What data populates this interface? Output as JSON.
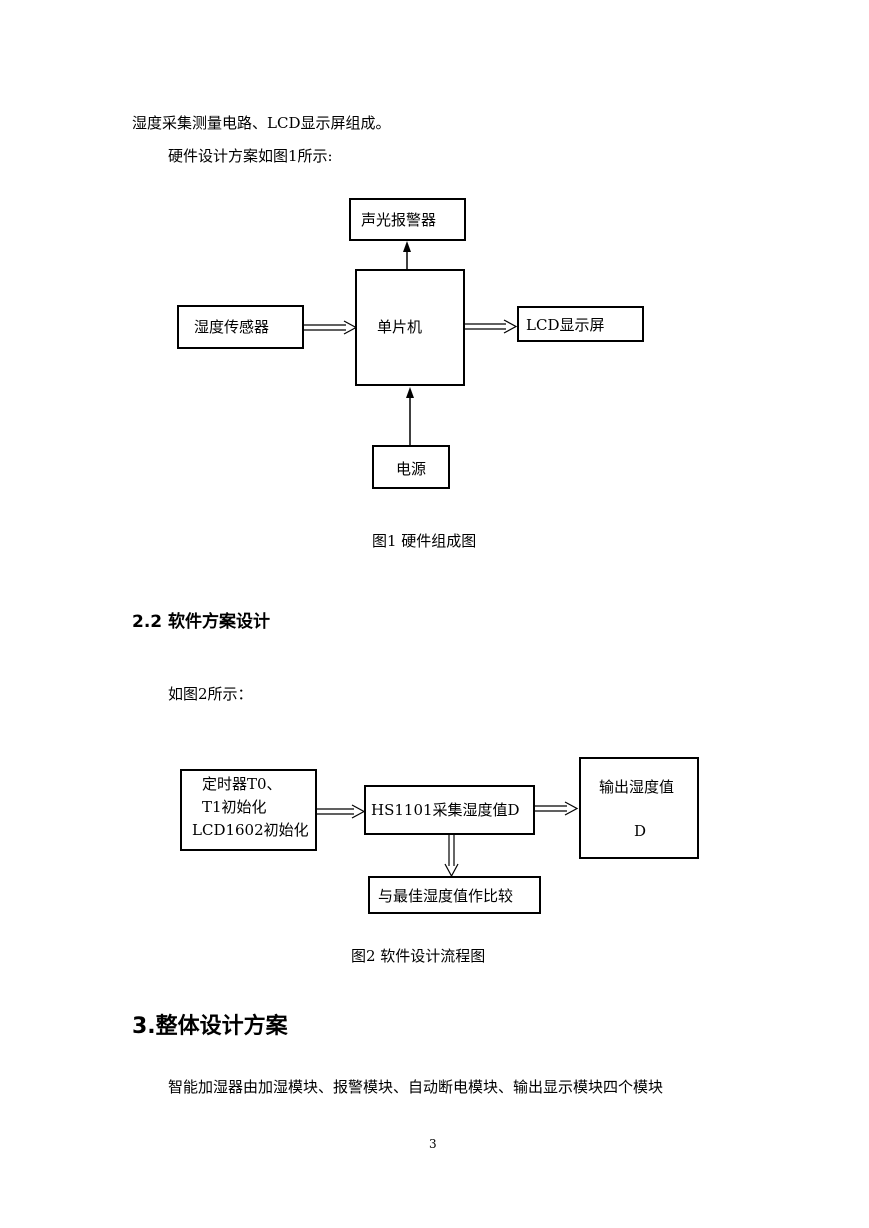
{
  "intro_line": "湿度采集测量电路、LCD显示屏组成。",
  "intro_para": "硬件设计方案如图1所示:",
  "figure1": {
    "boxes": {
      "alarm": "声光报警器",
      "sensor": "湿度传感器",
      "mcu": "单片机",
      "lcd": "LCD显示屏",
      "power": "电源"
    },
    "caption": "图1  硬件组成图"
  },
  "section_2_2": {
    "heading": "2.2  软件方案设计",
    "para": "如图2所示："
  },
  "figure2": {
    "boxes": {
      "init": [
        "定时器T0、",
        "T1初始化",
        "LCD1602初始化"
      ],
      "collect": "HS1101采集湿度值D",
      "output": [
        "输出湿度值",
        "D"
      ],
      "compare": "与最佳湿度值作比较"
    },
    "caption": "图2   软件设计流程图"
  },
  "section_3": {
    "heading": "3.整体设计方案",
    "para": "智能加湿器由加湿模块、报警模块、自动断电模块、输出显示模块四个模块"
  },
  "page_number": "3"
}
